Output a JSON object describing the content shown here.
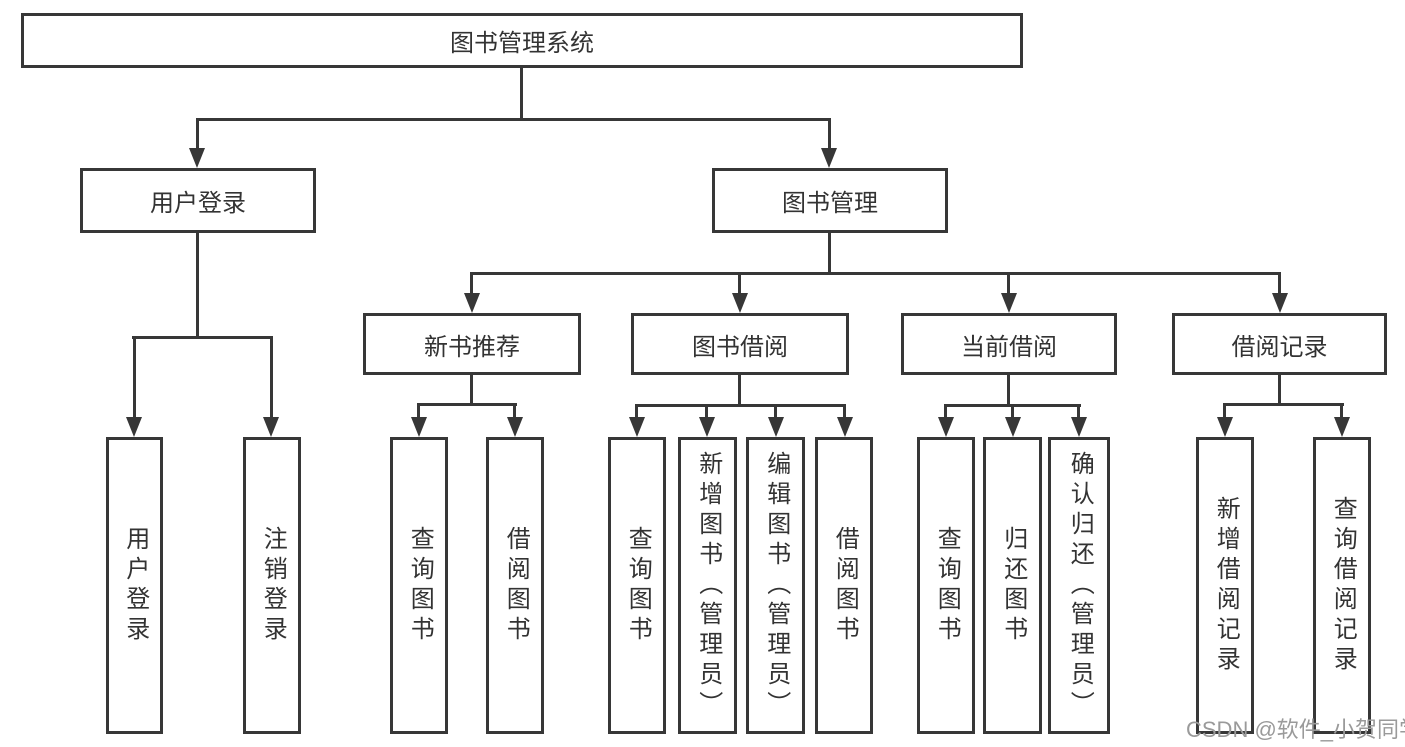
{
  "diagram_title": "图书管理系统",
  "colors": {
    "line": "#373737",
    "text": "#333333",
    "background": "#ffffff",
    "watermark": "#9a9a9a"
  },
  "watermark": "CSDN @软件_小贺同学",
  "nodes": {
    "root": {
      "label": "图书管理系统"
    },
    "level2": [
      {
        "label": "用户登录"
      },
      {
        "label": "图书管理"
      }
    ],
    "level3": [
      {
        "label": "新书推荐",
        "parent": "图书管理"
      },
      {
        "label": "图书借阅",
        "parent": "图书管理"
      },
      {
        "label": "当前借阅",
        "parent": "图书管理"
      },
      {
        "label": "借阅记录",
        "parent": "图书管理"
      }
    ],
    "leaves": [
      {
        "label": "用户登录",
        "parent": "用户登录"
      },
      {
        "label": "注销登录",
        "parent": "用户登录"
      },
      {
        "label": "查询图书",
        "parent": "新书推荐"
      },
      {
        "label": "借阅图书",
        "parent": "新书推荐"
      },
      {
        "label": "查询图书",
        "parent": "图书借阅"
      },
      {
        "label": "新增图书（管理员）",
        "parent": "图书借阅"
      },
      {
        "label": "编辑图书（管理员）",
        "parent": "图书借阅"
      },
      {
        "label": "借阅图书",
        "parent": "图书借阅"
      },
      {
        "label": "查询图书",
        "parent": "当前借阅"
      },
      {
        "label": "归还图书",
        "parent": "当前借阅"
      },
      {
        "label": "确认归还（管理员）",
        "parent": "当前借阅"
      },
      {
        "label": "新增借阅记录",
        "parent": "借阅记录"
      },
      {
        "label": "查询借阅记录",
        "parent": "借阅记录"
      }
    ]
  }
}
